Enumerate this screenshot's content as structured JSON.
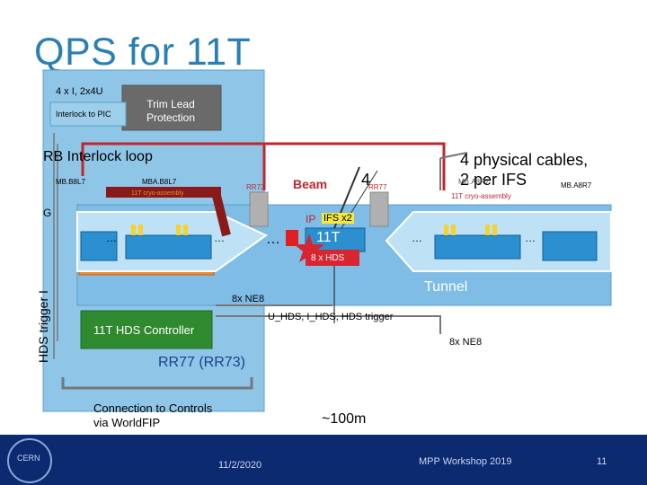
{
  "title": "QPS for 11T",
  "labels": {
    "interlock_config": "4 x I, 2x4U",
    "interlock_to_pic": "Interlock to PIC",
    "trim_lead": "Trim Lead Protection",
    "rb_loop": "RB Interlock loop",
    "mb_b8l7": "MB.B8L7",
    "mba_b8l7": "MBA.B8L7",
    "rr73": "RR73",
    "cryo_left": "11T cryo-assembly",
    "beam": "Beam",
    "four": "4",
    "rr77": "RR77",
    "cables_line1": "4 physical cables,",
    "cables_line2": "2 per IFS",
    "mb_a8r7_mid": "MB.A8R7",
    "mb_a8r7_right": "MB.A8R7",
    "cryo_right": "11T cryo-assembly",
    "ip": "IP",
    "ifs": "IFS x2",
    "eleven_t": "11T",
    "hds_count": "8 x HDS",
    "tunnel": "Tunnel",
    "ne8_top": "8x NE8",
    "signals": "U_HDS, I_HDS, HDS trigger",
    "controller": "11T HDS Controller",
    "ne8_right": "8x NE8",
    "rr_label": "RR77 (RR73)",
    "controls_line1": "Connection to Controls",
    "controls_line2": "via WorldFIP",
    "distance": "~100m",
    "hds_trigger": "HDS trigger I",
    "dots": "…",
    "dots_mid": "…",
    "g_letter": "G"
  },
  "footer": {
    "date": "11/2/2020",
    "event": "MPP Workshop 2019",
    "page": "11",
    "logo_text": "CERN"
  },
  "colors": {
    "title": "#2a7fb3",
    "cable_red": "#c0262d",
    "panel_blue": "#8fc6e8",
    "tunnel_blue": "#1f8bd6",
    "controller_green": "#2f8a2f",
    "footer": "#0c2a6f"
  }
}
